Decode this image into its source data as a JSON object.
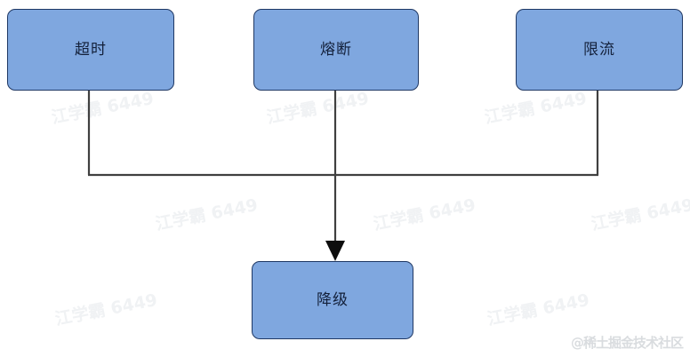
{
  "diagram": {
    "type": "flowchart",
    "background_color": "#ffffff",
    "node_fill": "#7FA7DF",
    "node_border": "#1F3864",
    "connector_color": "#404040",
    "nodes": [
      {
        "id": "timeout",
        "label": "超时"
      },
      {
        "id": "breaker",
        "label": "熔断"
      },
      {
        "id": "ratelimit",
        "label": "限流"
      },
      {
        "id": "degrade",
        "label": "降级"
      }
    ],
    "edges": [
      {
        "from": "timeout",
        "to": "degrade",
        "arrow": true
      },
      {
        "from": "breaker",
        "to": "degrade",
        "arrow": true
      },
      {
        "from": "ratelimit",
        "to": "degrade",
        "arrow": true
      }
    ]
  },
  "watermarks": {
    "tile_text": "江学霸 6449",
    "brand_text": "@稀土掘金技术社区"
  }
}
